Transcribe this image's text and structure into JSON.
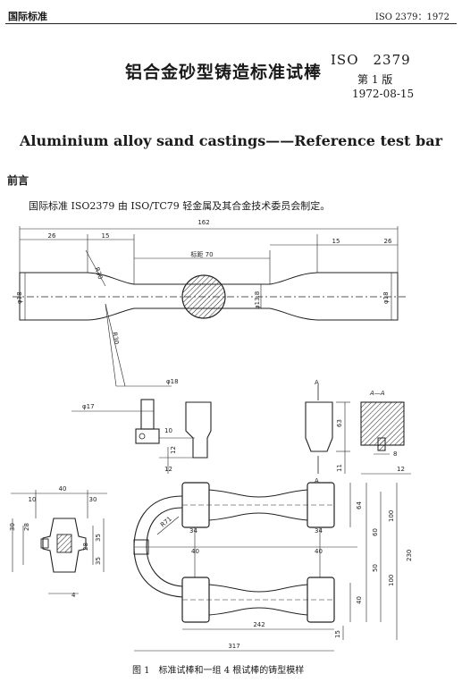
{
  "header": {
    "category": "国际标准",
    "standard_ref": "ISO 2379：1972"
  },
  "title_block": {
    "title_cn": "铝合金砂型铸造标准试棒",
    "standard_number": "ISO　2379",
    "edition": "第 1 版",
    "date": "1972-08-15"
  },
  "title_en": "Aluminium alloy sand castings——Reference test bar",
  "foreword": {
    "heading": "前言",
    "paragraph": "国际标准 ISO2379 由 ISO/TC79 轻金属及其合金技术委员会制定。"
  },
  "figure": {
    "caption": "图 1　标准试棒和一组 4 根试棒的铸型模样",
    "test_bar_dims": {
      "overall": "162",
      "end_left": "26",
      "fillet_left": "15",
      "gauge": "标距 70",
      "fillet_right": "15",
      "end_right": "26",
      "radius_top": "R30",
      "radius_bottom": "R30",
      "dia_left": "φ18",
      "dia_mid": "φ13.8",
      "dia_right": "φ18"
    },
    "gate_dims": {
      "d18": "φ18",
      "d17": "φ17",
      "w10": "10",
      "w12": "12",
      "h12": "12"
    },
    "section_dims": {
      "label_a1": "A",
      "label_a2": "A",
      "section_title": "A—A",
      "h63": "63",
      "h11": "11",
      "w8": "8",
      "w12": "12"
    },
    "sprue_dims": {
      "w40": "40",
      "w10": "10",
      "w30": "30",
      "h30": "30",
      "h28": "28",
      "h35a": "35",
      "h28b": "28",
      "h35b": "35",
      "w4": "4"
    },
    "pattern_dims": {
      "r71": "R71",
      "w34a": "34",
      "w34b": "34",
      "w40a": "40",
      "w40b": "40",
      "h64": "64",
      "h60": "60",
      "h50": "50",
      "h40": "40",
      "h100a": "100",
      "h100b": "100",
      "h230": "230",
      "w242": "242",
      "w317": "317",
      "h15": "15"
    }
  }
}
